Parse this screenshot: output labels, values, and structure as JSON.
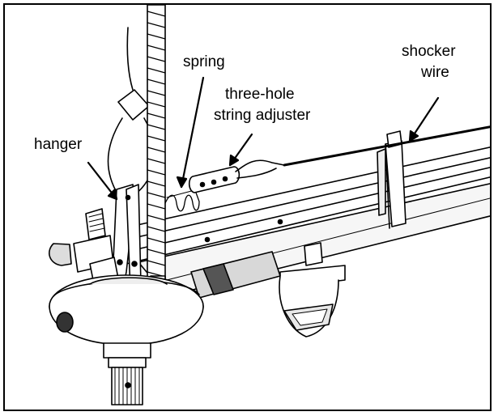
{
  "figure": {
    "labels": {
      "hanger": "hanger",
      "spring": "spring",
      "adjuster_line1": "three-hole",
      "adjuster_line2": "string adjuster",
      "shocker_line1": "shocker",
      "shocker_line2": "wire"
    },
    "colors": {
      "line": "#000000",
      "background": "#ffffff",
      "shade": "#bdbdbd",
      "dark": "#444444"
    }
  }
}
